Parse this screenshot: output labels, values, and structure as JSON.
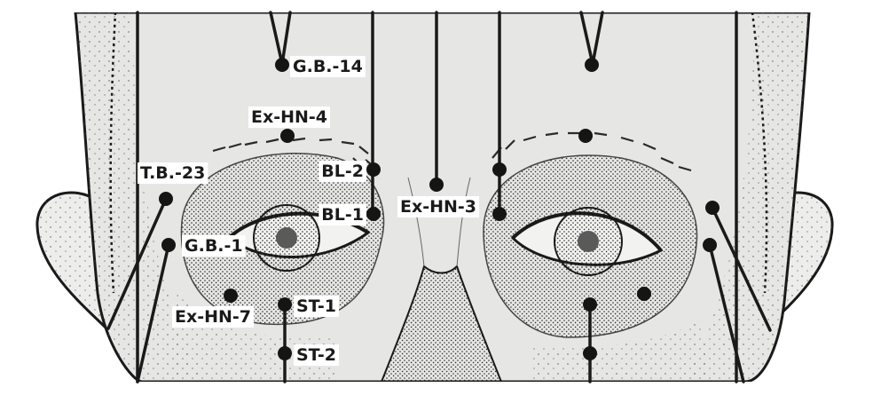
{
  "figure": {
    "background_color": "#ffffff",
    "skin_color": "#e6e6e4",
    "line_color": "#1a1a1a",
    "point_color": "#151515"
  },
  "points": [
    {
      "id": "gb14-right",
      "label": "G.B.-14"
    },
    {
      "id": "gb14-left",
      "label": ""
    },
    {
      "id": "exhn4-right",
      "label": "Ex-HN-4"
    },
    {
      "id": "exhn4-left",
      "label": ""
    },
    {
      "id": "tb23-right",
      "label": "T.B.-23"
    },
    {
      "id": "bl2-right",
      "label": "BL-2"
    },
    {
      "id": "bl2-left",
      "label": ""
    },
    {
      "id": "exhn3",
      "label": "Ex-HN-3"
    },
    {
      "id": "bl1-right",
      "label": "BL-1"
    },
    {
      "id": "bl1-left",
      "label": ""
    },
    {
      "id": "gb1-right",
      "label": "G.B.-1"
    },
    {
      "id": "tb23-left",
      "label": ""
    },
    {
      "id": "gb1-left",
      "label": ""
    },
    {
      "id": "exhn7-right",
      "label": "Ex-HN-7"
    },
    {
      "id": "exhn7-left",
      "label": ""
    },
    {
      "id": "st1-right",
      "label": "ST-1"
    },
    {
      "id": "st1-left",
      "label": ""
    },
    {
      "id": "st2-right",
      "label": "ST-2"
    },
    {
      "id": "st2-left",
      "label": ""
    }
  ]
}
